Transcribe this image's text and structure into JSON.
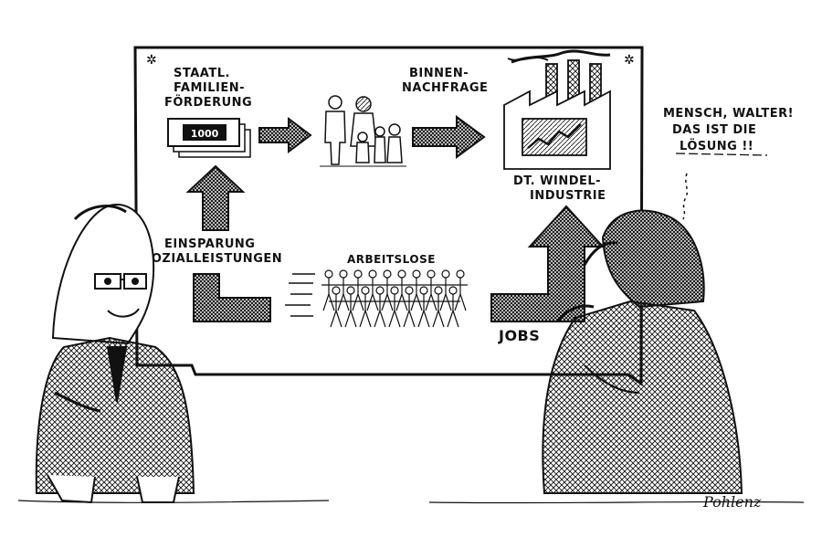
{
  "cartoon": {
    "board": {
      "label_family_support": [
        "STAATL.",
        "FAMILIEN-",
        "FÖRDERUNG"
      ],
      "money_note_value": "1000",
      "label_domestic_demand": [
        "BINNEN-",
        "NACHFRAGE"
      ],
      "label_industry": [
        "DT. WINDEL-",
        "INDUSTRIE"
      ],
      "label_savings": [
        "EINSPARUNG",
        "SOZIALLEISTUNGEN"
      ],
      "label_unemployed": "ARBEITSLOSE",
      "label_jobs": "JOBS"
    },
    "speech_bubble": {
      "lines": [
        "MENSCH, WALTER!",
        "DAS IST DIE",
        "LÖSUNG !!"
      ]
    },
    "signature": "Pohlenz",
    "colors": {
      "ink": "#111111",
      "paper": "#ffffff",
      "board_fill": "#ffffff"
    }
  }
}
